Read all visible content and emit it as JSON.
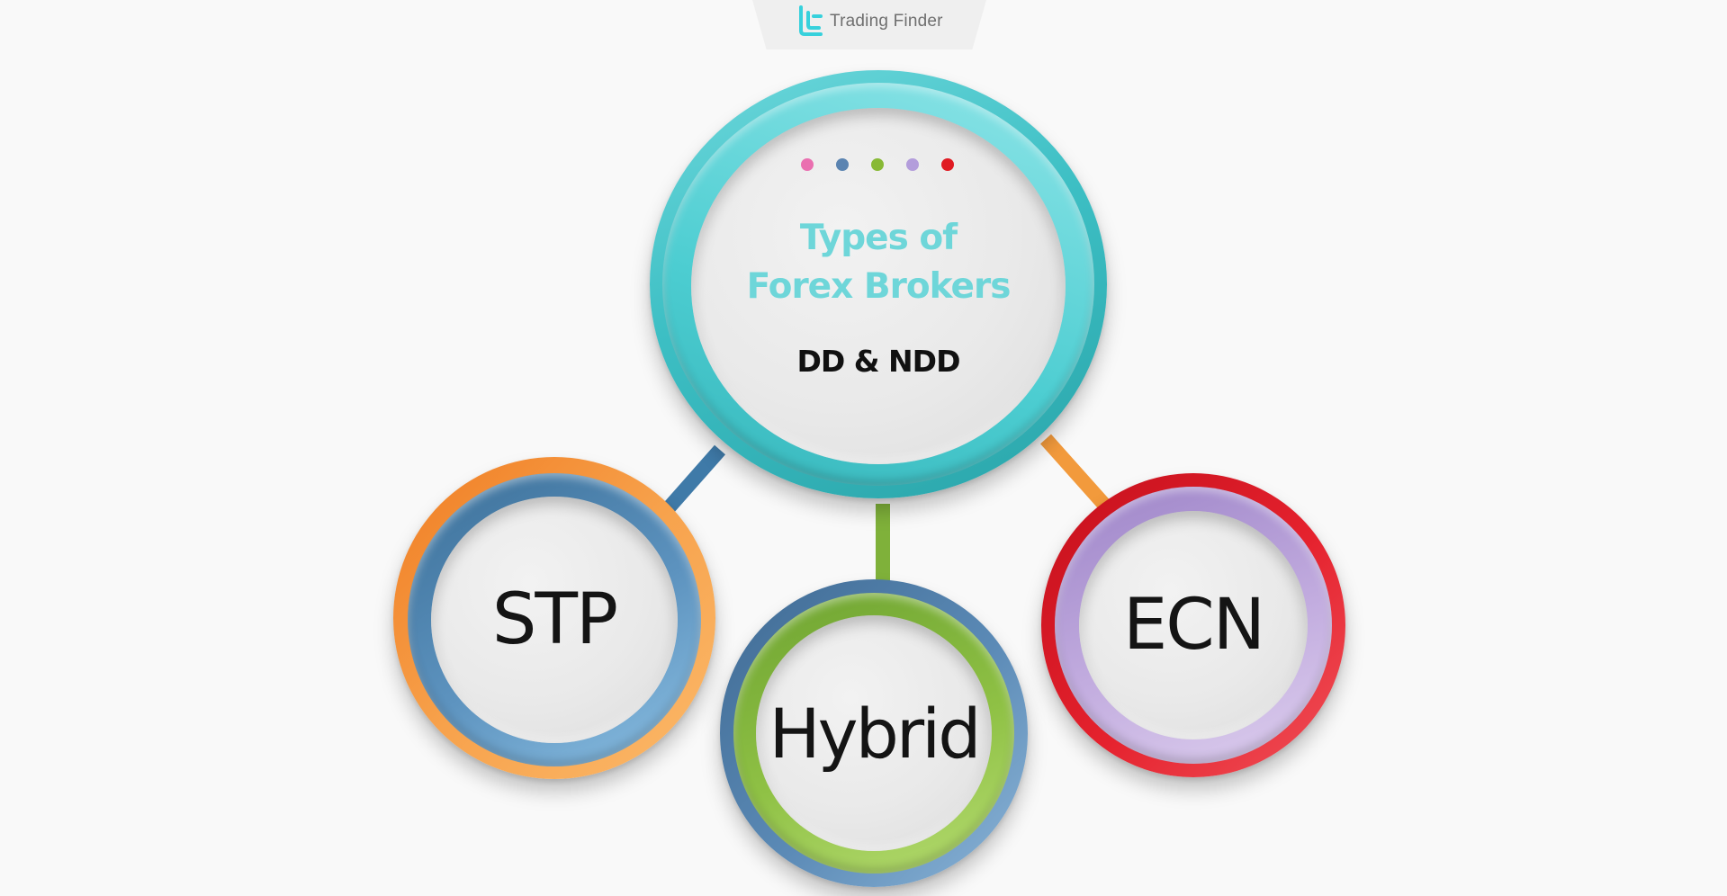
{
  "brand": {
    "name": "Trading Finder",
    "logo_icon": "trading-finder-logo-icon",
    "accent": "#37d1dc"
  },
  "hub": {
    "title_line1": "Types of",
    "title_line2": "Forex Brokers",
    "subtitle": "DD & NDD",
    "title_color": "#6ed6d9",
    "dot_colors": [
      "#ea6fb0",
      "#5b84b1",
      "#88b935",
      "#b39ddb",
      "#e01a22"
    ]
  },
  "nodes": [
    {
      "label": "STP",
      "outer_color": "#f28a2e",
      "inner_color": "#4f84b0"
    },
    {
      "label": "Hybrid",
      "outer_color": "#4a78a4",
      "inner_color": "#86bb3f"
    },
    {
      "label": "ECN",
      "outer_color": "#d91820",
      "inner_color": "#b8a0da"
    }
  ],
  "connectors": [
    {
      "from": "hub",
      "to": "STP",
      "color": "#3f7aa8"
    },
    {
      "from": "hub",
      "to": "Hybrid",
      "color": "#7fb13a"
    },
    {
      "from": "hub",
      "to": "ECN",
      "color": "#f29a3c"
    }
  ]
}
